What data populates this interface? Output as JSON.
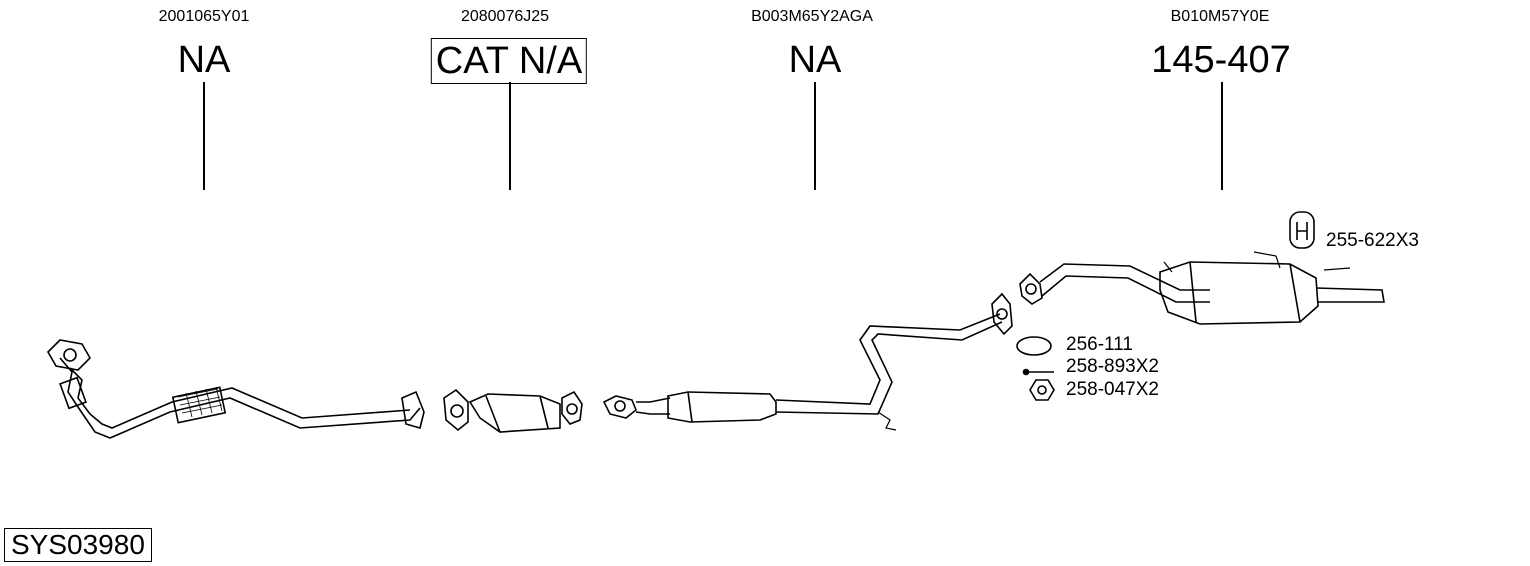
{
  "components": [
    {
      "oem": "2001065Y01",
      "part": "NA",
      "boxed": false
    },
    {
      "oem": "2080076J25",
      "part": "CAT N/A",
      "boxed": true
    },
    {
      "oem": "B003M65Y2AGA",
      "part": "NA",
      "boxed": false
    },
    {
      "oem": "B010M57Y0E",
      "part": "145-407",
      "boxed": false
    }
  ],
  "accessories": [
    {
      "code": "255-622X3",
      "icon": "hanger-icon"
    },
    {
      "code": "256-111",
      "icon": "gasket-ring-icon"
    },
    {
      "code": "258-893X2",
      "icon": "bolt-icon"
    },
    {
      "code": "258-047X2",
      "icon": "nut-icon"
    }
  ],
  "system_code": "SYS03980"
}
